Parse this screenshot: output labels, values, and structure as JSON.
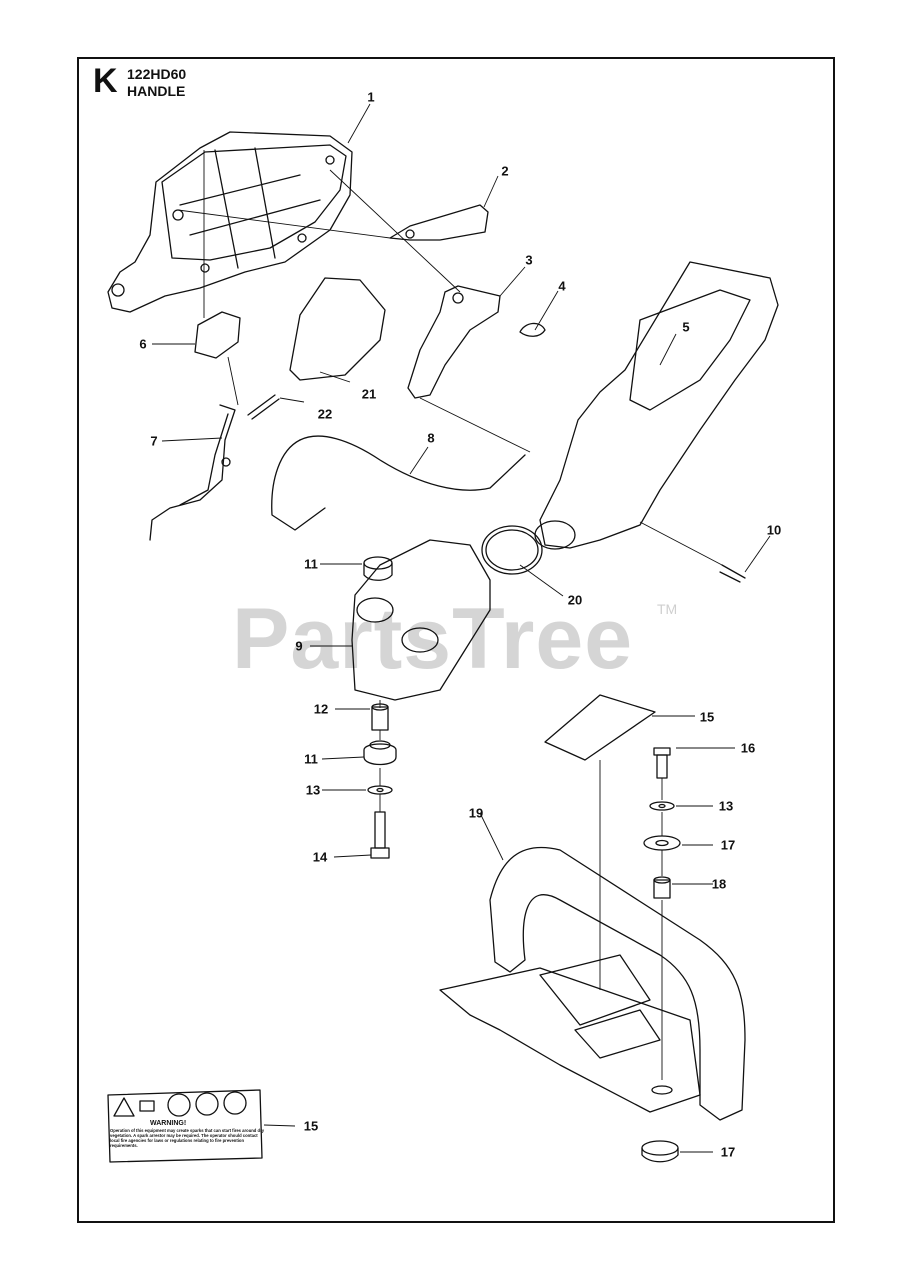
{
  "header": {
    "section_letter": "K",
    "model": "122HD60",
    "assembly": "HANDLE"
  },
  "watermark": {
    "text": "PartsTree",
    "trademark": "TM"
  },
  "callouts": [
    {
      "id": "c1",
      "label": "1"
    },
    {
      "id": "c2",
      "label": "2"
    },
    {
      "id": "c3",
      "label": "3"
    },
    {
      "id": "c4",
      "label": "4"
    },
    {
      "id": "c5",
      "label": "5"
    },
    {
      "id": "c6",
      "label": "6"
    },
    {
      "id": "c21",
      "label": "21"
    },
    {
      "id": "c22",
      "label": "22"
    },
    {
      "id": "c7",
      "label": "7"
    },
    {
      "id": "c8",
      "label": "8"
    },
    {
      "id": "c10",
      "label": "10"
    },
    {
      "id": "c11a",
      "label": "11"
    },
    {
      "id": "c20",
      "label": "20"
    },
    {
      "id": "c9",
      "label": "9"
    },
    {
      "id": "c15a",
      "label": "15"
    },
    {
      "id": "c12",
      "label": "12"
    },
    {
      "id": "c16",
      "label": "16"
    },
    {
      "id": "c11b",
      "label": "11"
    },
    {
      "id": "c13a",
      "label": "13"
    },
    {
      "id": "c13b",
      "label": "13"
    },
    {
      "id": "c19",
      "label": "19"
    },
    {
      "id": "c17a",
      "label": "17"
    },
    {
      "id": "c14",
      "label": "14"
    },
    {
      "id": "c18",
      "label": "18"
    },
    {
      "id": "c15b",
      "label": "15"
    },
    {
      "id": "c17b",
      "label": "17"
    }
  ],
  "decal": {
    "warning_title": "WARNING!",
    "body": "Operation of this equipment may create sparks that can start fires around dry vegetation. A spark arrestor may be required. The operator should contact local fire agencies for laws or regulations relating to fire prevention requirements."
  },
  "colors": {
    "line": "#111111",
    "watermark": "#d5d5d5"
  }
}
